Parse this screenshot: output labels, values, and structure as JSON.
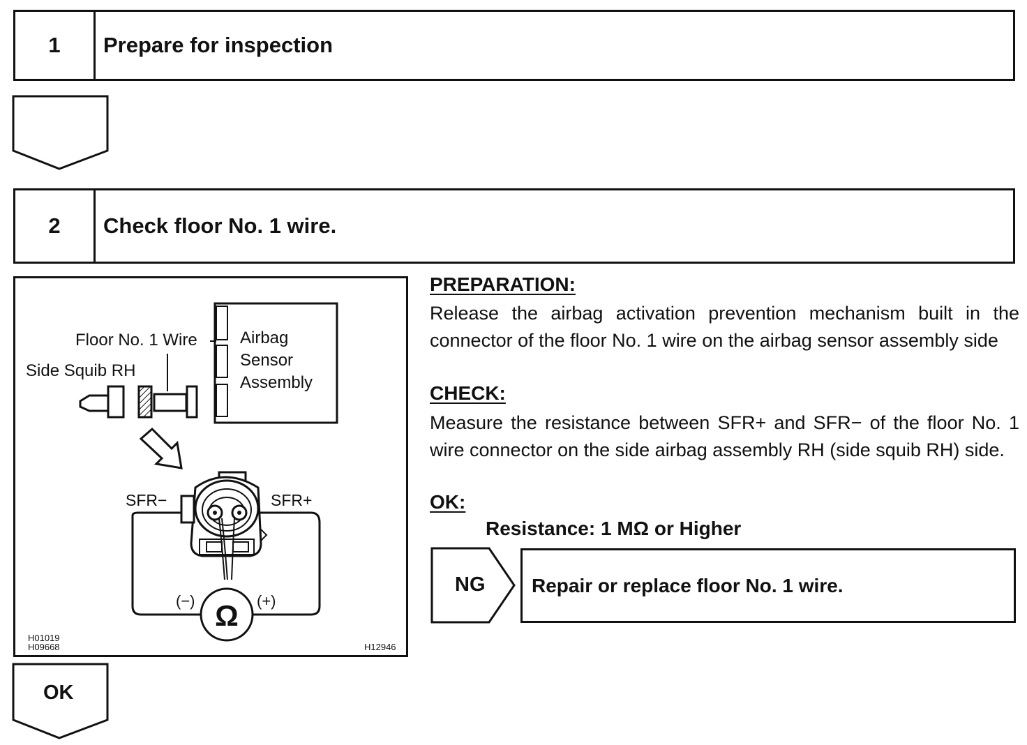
{
  "steps": [
    {
      "number": "1",
      "title": "Prepare for inspection"
    },
    {
      "number": "2",
      "title": "Check floor No. 1 wire."
    }
  ],
  "figure": {
    "labels": {
      "floor_wire": "Floor No. 1 Wire",
      "side_squib": "Side Squib RH",
      "airbag_sensor_line1": "Airbag",
      "airbag_sensor_line2": "Sensor",
      "airbag_sensor_line3": "Assembly",
      "sfr_minus": "SFR−",
      "sfr_plus": "SFR+",
      "minus": "(−)",
      "plus": "(+)",
      "ohm": "Ω"
    },
    "codes": {
      "left_line1": "H01019",
      "left_line2": "H09668",
      "right": "H12946"
    }
  },
  "instructions": {
    "preparation_heading": "PREPARATION:",
    "preparation_text": "Release the airbag activation prevention mechanism built in the connector of the floor No. 1 wire on the airbag sensor assembly side",
    "check_heading": "CHECK:",
    "check_text": "Measure the resistance between SFR+ and SFR− of the floor No. 1 wire connector on the side airbag assembly RH (side squib RH) side.",
    "ok_heading": "OK:",
    "ok_spec": "Resistance: 1 MΩ or Higher"
  },
  "ng_result": {
    "label": "NG",
    "action": "Repair or replace floor No. 1 wire."
  },
  "ok_result": {
    "label": "OK"
  }
}
